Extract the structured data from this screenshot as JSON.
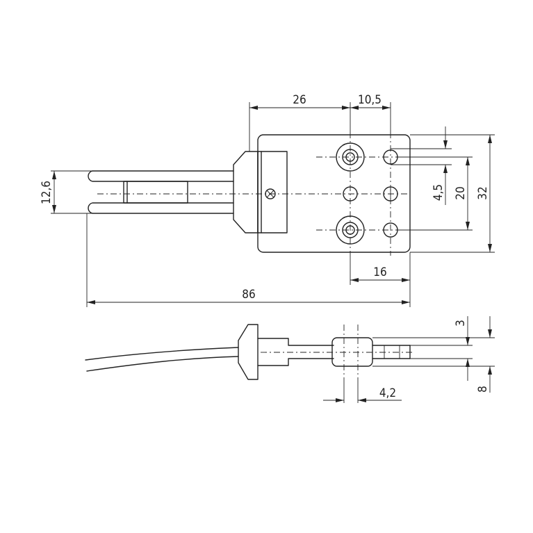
{
  "dimensions": {
    "top_width_26": "26",
    "top_width_10_5": "10,5",
    "height_12_6": "12,6",
    "height_4_5": "4,5",
    "height_20": "20",
    "height_32": "32",
    "width_16": "16",
    "length_86": "86",
    "side_3": "3",
    "side_8": "8",
    "side_4_2": "4,2"
  }
}
